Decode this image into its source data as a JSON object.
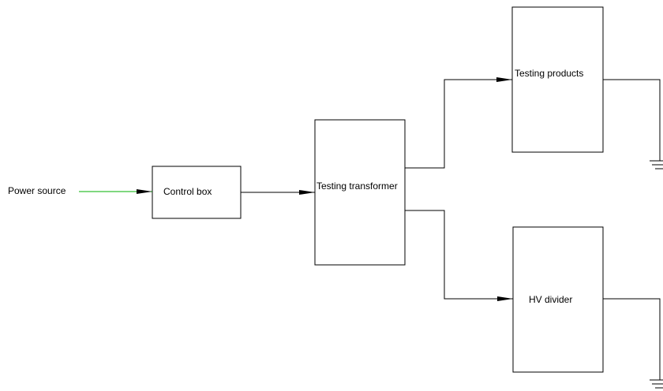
{
  "nodes": {
    "power_source": "Power source",
    "control_box": "Control box",
    "testing_transformer": "Testing transformer",
    "testing_products": "Testing products",
    "hv_divider": "HV divider"
  },
  "colors": {
    "stroke": "#000000",
    "source_wire": "#00b000",
    "background": "#ffffff"
  }
}
